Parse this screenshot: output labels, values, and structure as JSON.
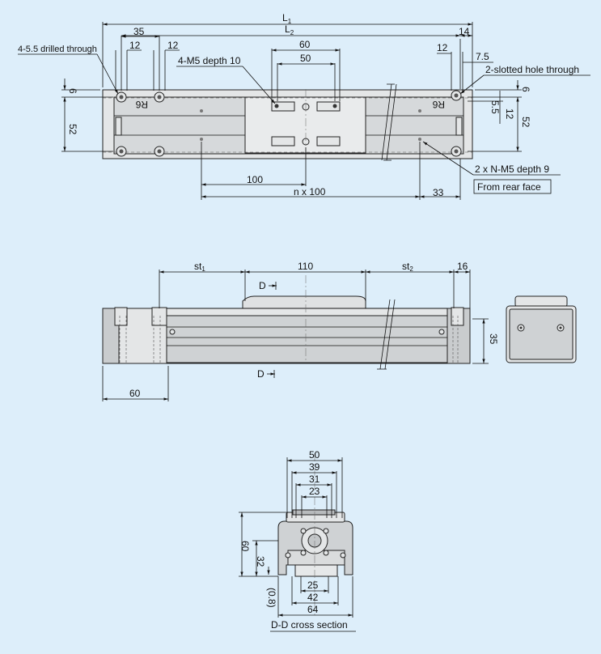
{
  "top_view": {
    "labels": {
      "L1": "L",
      "L1_sub": "1",
      "L2": "L",
      "L2_sub": "2",
      "d35": "35",
      "d12a": "12",
      "d12b": "12",
      "d60": "60",
      "d50": "50",
      "d14": "14",
      "d12c": "12",
      "d7_5": "7.5",
      "d6_left": "6",
      "d52_left": "52",
      "d6_right": "6",
      "d5_5": "5.5",
      "d12_right": "12",
      "d52_right": "52",
      "d100": "100",
      "dn100": "n x 100",
      "d33": "33",
      "r6a": "R6",
      "r6b": "R6"
    },
    "notes": {
      "drilled": "4-5.5 drilled through",
      "m5_depth10": "4-M5 depth 10",
      "slotted": "2-slotted hole through",
      "nm5": "2 x N-M5 depth 9",
      "rear": "From rear face"
    }
  },
  "front_view": {
    "labels": {
      "st1": "st",
      "st1_sub": "1",
      "d110": "110",
      "st2": "st",
      "st2_sub": "2",
      "d16": "16",
      "section_top": "D",
      "section_bottom": "D",
      "d60": "60",
      "d35": "35"
    }
  },
  "section_view": {
    "labels": {
      "d50": "50",
      "d39": "39",
      "d31": "31",
      "d23": "23",
      "d60": "60",
      "d32": "32",
      "d0_8": "(0.8)",
      "d25": "25",
      "d42": "42",
      "d64": "64"
    },
    "caption": "D-D cross section"
  }
}
